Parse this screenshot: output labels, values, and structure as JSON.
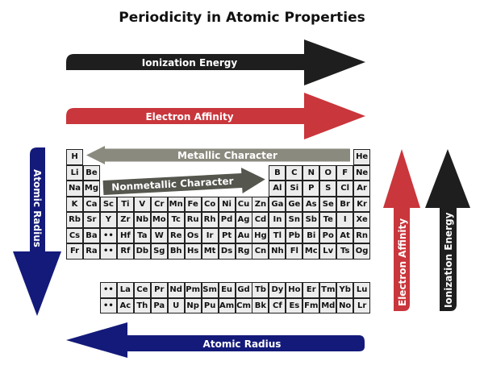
{
  "title": "Periodicity in Atomic Properties",
  "arrows": {
    "ionization_top": "Ionization Energy",
    "affinity_top": "Electron Affinity",
    "radius_left": "Atomic Radius",
    "affinity_right": "Electron Affinity",
    "ionization_right": "Ionization Energy",
    "radius_bottom": "Atomic Radius",
    "nonmetallic": "Nonmetallic Character",
    "metallic": "Metallic Character"
  },
  "colors": {
    "black": "#1e1e1e",
    "red": "#c9363c",
    "navy": "#141a7a",
    "dark_gray": "#55564e",
    "light_gray": "#8b8a7e"
  },
  "table": {
    "main_rows": [
      [
        "H",
        "",
        "",
        "",
        "",
        "",
        "",
        "",
        "",
        "",
        "",
        "",
        "",
        "",
        "",
        "",
        "",
        "He"
      ],
      [
        "Li",
        "Be",
        "",
        "",
        "",
        "",
        "",
        "",
        "",
        "",
        "",
        "",
        "B",
        "C",
        "N",
        "O",
        "F",
        "Ne"
      ],
      [
        "Na",
        "Mg",
        "",
        "",
        "",
        "",
        "",
        "",
        "",
        "",
        "",
        "",
        "Al",
        "Si",
        "P",
        "S",
        "Cl",
        "Ar"
      ],
      [
        "K",
        "Ca",
        "Sc",
        "Ti",
        "V",
        "Cr",
        "Mn",
        "Fe",
        "Co",
        "Ni",
        "Cu",
        "Zn",
        "Ga",
        "Ge",
        "As",
        "Se",
        "Br",
        "Kr"
      ],
      [
        "Rb",
        "Sr",
        "Y",
        "Zr",
        "Nb",
        "Mo",
        "Tc",
        "Ru",
        "Rh",
        "Pd",
        "Ag",
        "Cd",
        "In",
        "Sn",
        "Sb",
        "Te",
        "I",
        "Xe"
      ],
      [
        "Cs",
        "Ba",
        "••",
        "Hf",
        "Ta",
        "W",
        "Re",
        "Os",
        "Ir",
        "Pt",
        "Au",
        "Hg",
        "Tl",
        "Pb",
        "Bi",
        "Po",
        "At",
        "Rn"
      ],
      [
        "Fr",
        "Ra",
        "••",
        "Rf",
        "Db",
        "Sg",
        "Bh",
        "Hs",
        "Mt",
        "Ds",
        "Rg",
        "Cn",
        "Nh",
        "Fl",
        "Mc",
        "Lv",
        "Ts",
        "Og"
      ]
    ],
    "f_rows": [
      [
        "••",
        "La",
        "Ce",
        "Pr",
        "Nd",
        "Pm",
        "Sm",
        "Eu",
        "Gd",
        "Tb",
        "Dy",
        "Ho",
        "Er",
        "Tm",
        "Yb",
        "Lu"
      ],
      [
        "••",
        "Ac",
        "Th",
        "Pa",
        "U",
        "Np",
        "Pu",
        "Am",
        "Cm",
        "Bk",
        "Cf",
        "Es",
        "Fm",
        "Md",
        "No",
        "Lr"
      ]
    ]
  }
}
